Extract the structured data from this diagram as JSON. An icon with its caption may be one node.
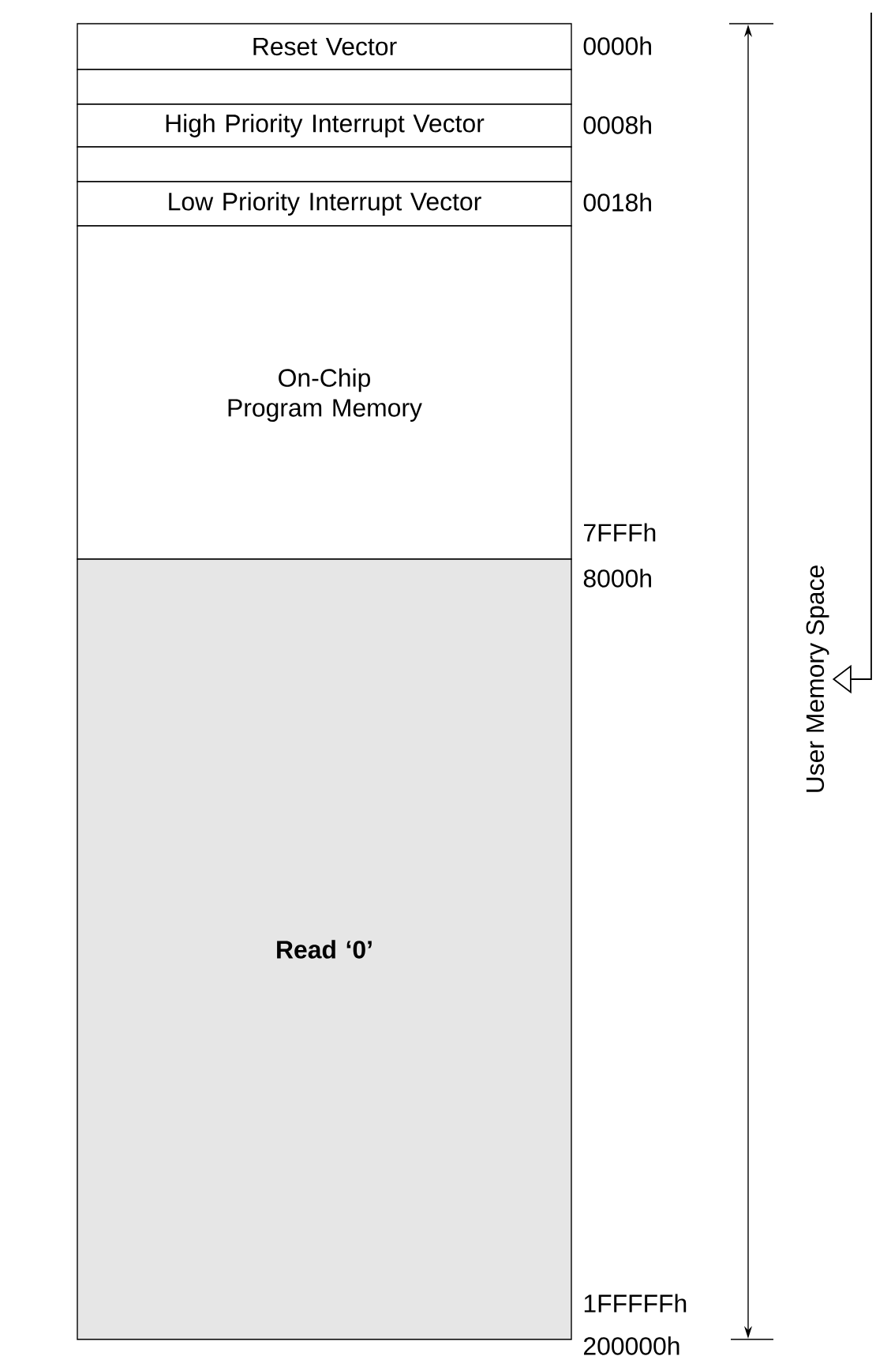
{
  "diagram": {
    "nodes": [
      {
        "text": [
          "Reset Vector"
        ]
      },
      {
        "text": [],
        "shape": "box"
      },
      {
        "text": [
          "High Priority Interrupt Vector"
        ]
      },
      {
        "text": [],
        "shape": "box"
      },
      {
        "text": [
          "Low Priority Interrupt Vector"
        ]
      },
      {
        "text": [
          "On-Chip Program Memory"
        ]
      },
      {
        "text": [
          "Read ‘0’"
        ]
      },
      {
        "text": [
          "User Memory Space"
        ]
      }
    ],
    "edges": [
      {
        "from": null,
        "to": 7,
        "arrow": "to"
      }
    ],
    "labels": [
      "0000h",
      "0008h",
      "0018h",
      "7FFFh",
      "8000h",
      "1FFFFFh",
      "200000h"
    ]
  }
}
